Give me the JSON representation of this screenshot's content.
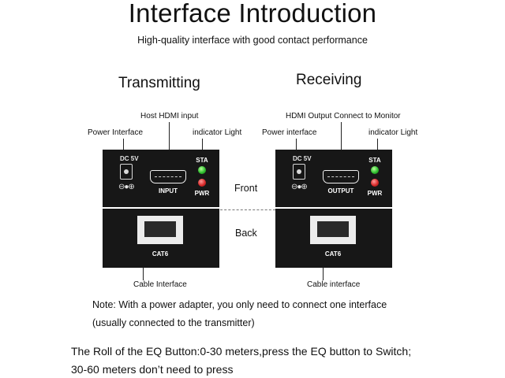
{
  "title": "Interface Introduction",
  "subtitle": "High-quality interface with good contact performance",
  "middle": {
    "front_label": "Front",
    "back_label": "Back"
  },
  "transmitting": {
    "heading": "Transmitting",
    "callout_top": "Host HDMI input",
    "callout_left": "Power Interface",
    "callout_right": "indicator Light",
    "callout_bottom": "Cable Interface",
    "dc_label": "DC 5V",
    "polarity_symbol": "⊖●⊕",
    "hdmi_label": "INPUT",
    "sta_label": "STA",
    "pwr_label": "PWR",
    "cat_label": "CAT6"
  },
  "receiving": {
    "heading": "Receiving",
    "callout_top": "HDMI Output Connect to Monitor",
    "callout_left": "Power interface",
    "callout_right": "indicator Light",
    "callout_bottom": "Cable interface",
    "dc_label": "DC 5V",
    "polarity_symbol": "⊖●⊕",
    "hdmi_label": "OUTPUT",
    "sta_label": "STA",
    "pwr_label": "PWR",
    "cat_label": "CAT6"
  },
  "note": {
    "line1": "Note: With a power adapter, you only need to connect one interface",
    "line2": "(usually connected to the transmitter)"
  },
  "eq": {
    "line1": "The Roll of the EQ Button:0-30 meters,press the EQ button to Switch;",
    "line2": "30-60 meters don’t need to press"
  },
  "colors": {
    "device_body": "#171717",
    "sta_led": "#2fbe2f",
    "pwr_led": "#d92a2a",
    "background": "#ffffff"
  }
}
